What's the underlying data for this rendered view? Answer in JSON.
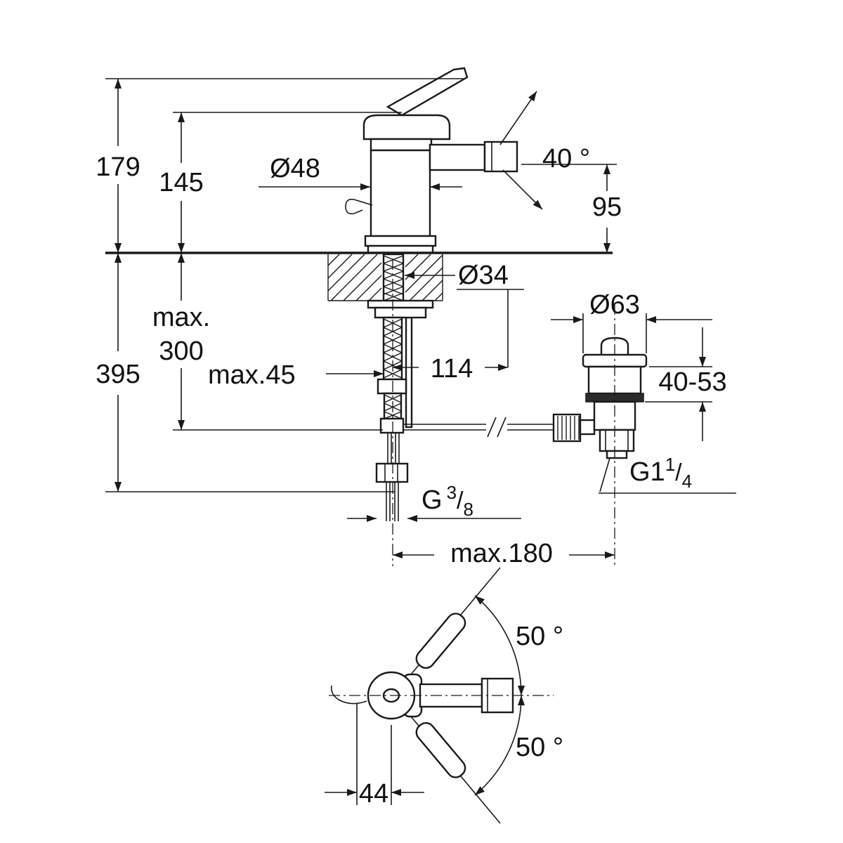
{
  "colors": {
    "line": "#1a1a1a",
    "background": "#ffffff"
  },
  "labels": {
    "total_height": "179",
    "cap_height": "145",
    "body_diameter": "Ø48",
    "spray_angle": "40 °",
    "spout_height": "95",
    "shank_diameter": "Ø34",
    "depth_max_word": "max.",
    "depth_max_value": "300",
    "overall_depth": "395",
    "hole_depth": "max.45",
    "axis_distance": "114",
    "waste_diameter": "Ø63",
    "clamp_range": "40-53",
    "waste_thread": {
      "prefix": "G1",
      "num": "1",
      "slash": "/",
      "den": "4"
    },
    "hose_thread": {
      "prefix": "G",
      "num": "3",
      "slash": "/",
      "den": "8"
    },
    "max_reach": "max.180",
    "swing_upper": "50 °",
    "swing_lower": "50 °",
    "handle_offset": "44"
  }
}
